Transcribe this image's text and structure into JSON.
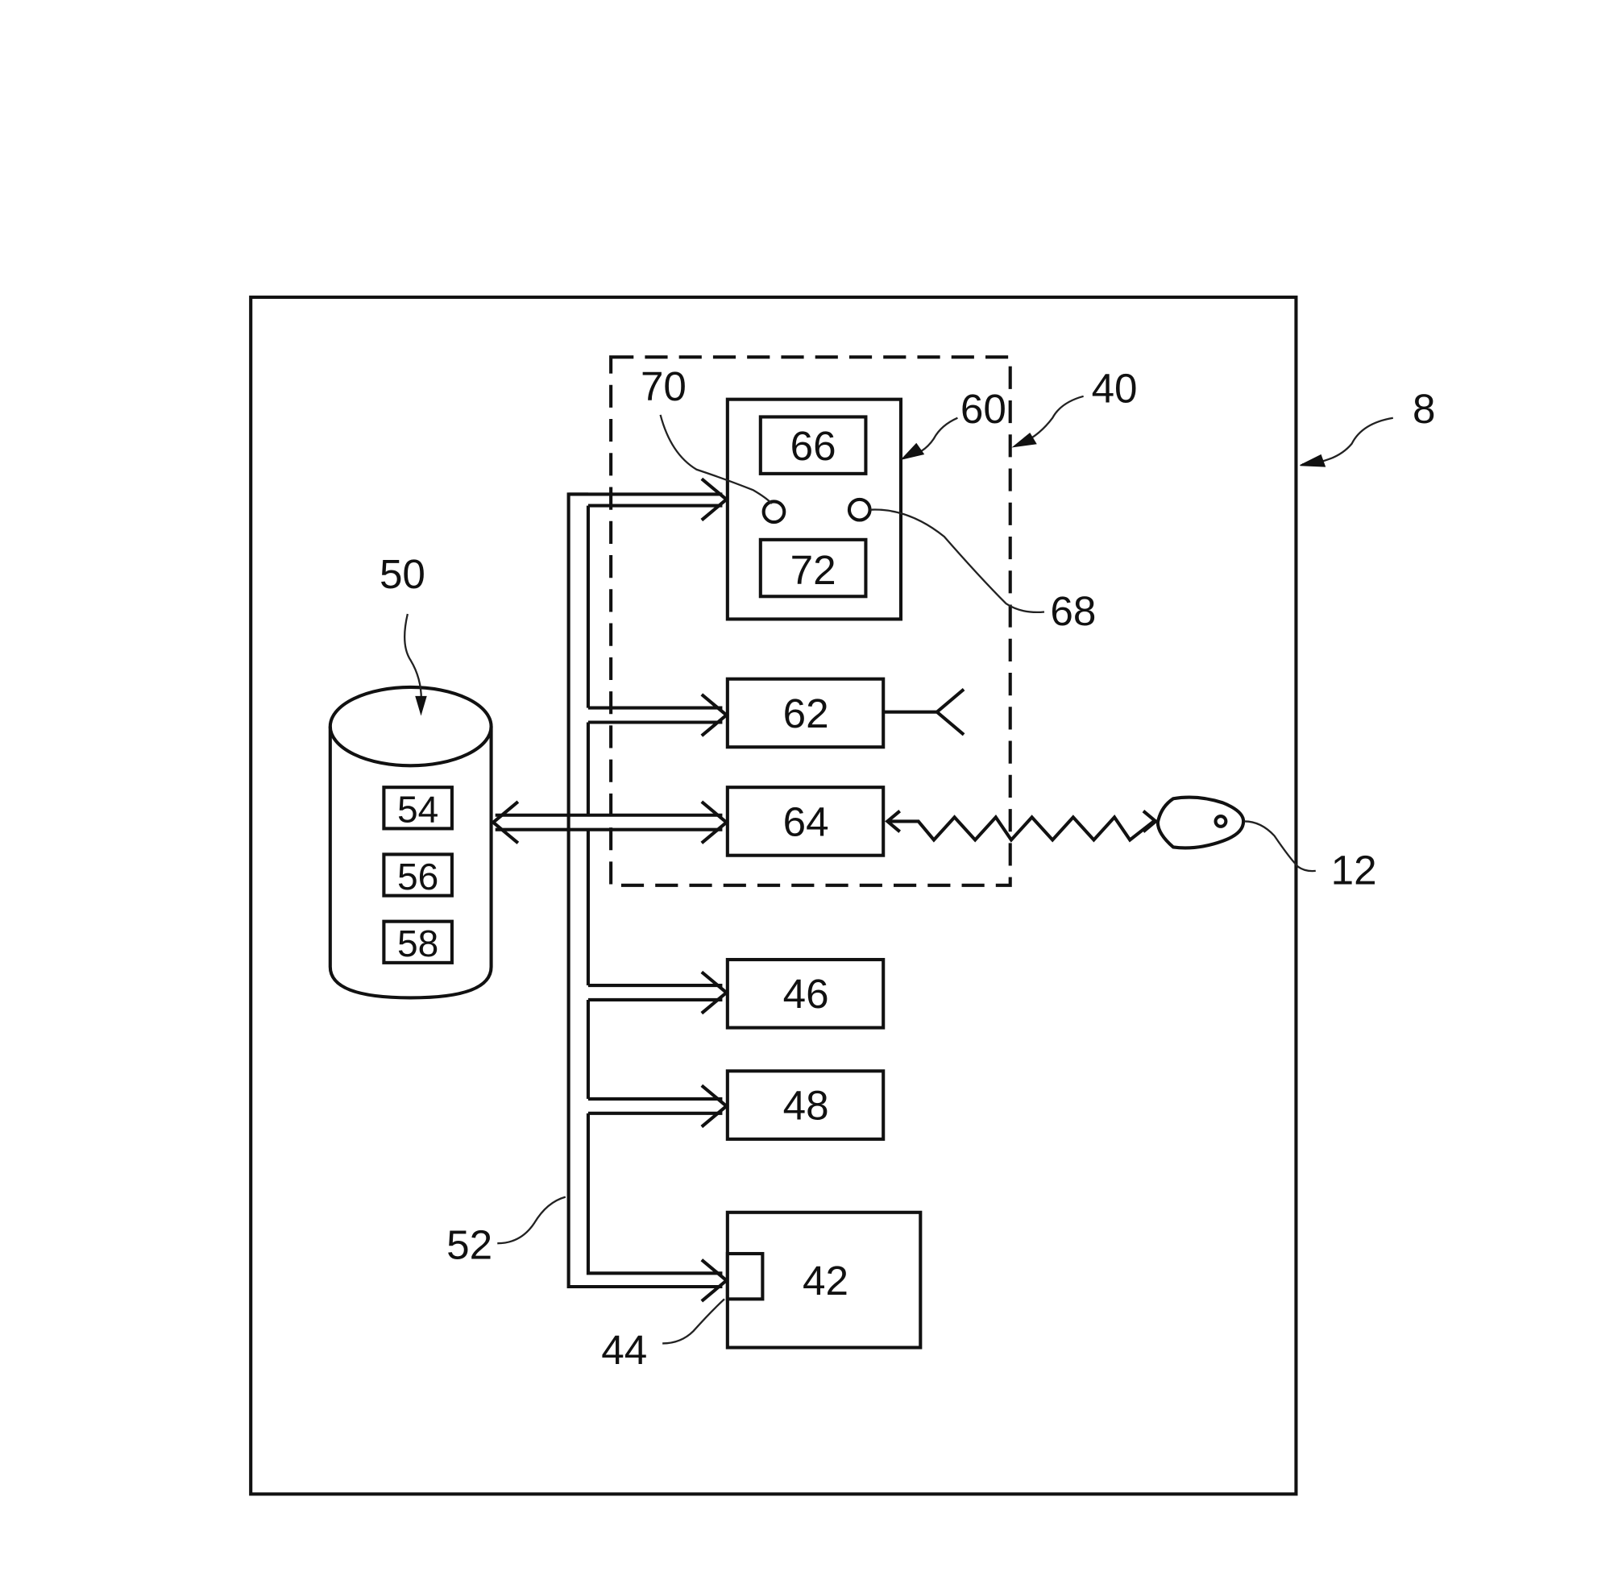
{
  "figure": {
    "type": "block diagram (patent drawing)",
    "reference_numerals": {
      "system": "8",
      "unit": "40",
      "module": "60",
      "display_upper": "66",
      "display_lower": "72",
      "indicator_left": "70",
      "indicator_right": "68",
      "antenna_module": "62",
      "wireless_module": "64",
      "remote_device": "12",
      "storage": "50",
      "storage_item_1": "54",
      "storage_item_2": "56",
      "storage_item_3": "58",
      "component_46": "46",
      "component_48": "48",
      "bus": "52",
      "processor": "42",
      "port": "44"
    },
    "colors": {
      "line": "#111111",
      "background": "#ffffff"
    }
  }
}
